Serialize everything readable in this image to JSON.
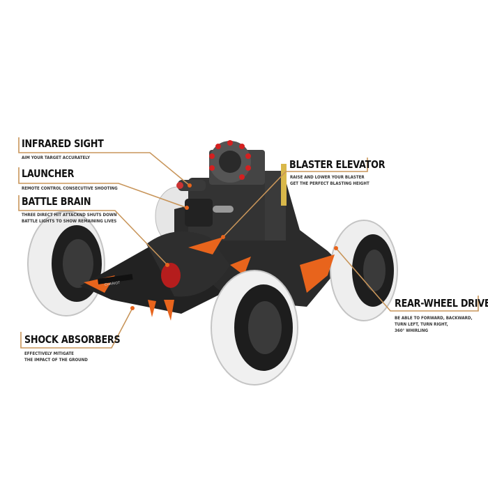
{
  "callouts": {
    "infrared_sight": {
      "title": "INFRARED SIGHT",
      "description": "AIM YOUR TARGET ACCURATELY"
    },
    "launcher": {
      "title": "LAUNCHER",
      "description": "REMOTE CONTROL CONSECUTIVE SHOOTING"
    },
    "battle_brain": {
      "title": "BATTLE BRAIN",
      "description_lines": [
        "THREE DIRECT HIT ATTACKND SHUTS DOWN",
        "BATTLE LIGHTS TO SHOW REMAINING LIVES"
      ]
    },
    "blaster_elevator": {
      "title": "BLASTER ELEVATOR",
      "description_lines": [
        "RAISE AND  LOWER YOUR BLASTER",
        "GET THE PERFECT BLASTING HEIGHT"
      ]
    },
    "rear_wheel_drive": {
      "title": "REAR-WHEEL DRIVE",
      "description_lines": [
        "BE ABLE TO FORWARD, BACKWARD,",
        "TURN LEFT, TURN RIGHT,",
        "360° WHIRLING"
      ]
    },
    "shock_absorbers": {
      "title": "SHOCK ABSORBERS",
      "description_lines": [
        "EFFECTIVELY MITIGATE",
        "THE IMPACT OF THE GROUND"
      ]
    }
  },
  "product_label": "CHARIOT",
  "colors": {
    "accent": "#c8955a",
    "orange": "#e8641c",
    "body": "#2a2a2a",
    "wheel": "#ececec",
    "light": "#d42020"
  }
}
